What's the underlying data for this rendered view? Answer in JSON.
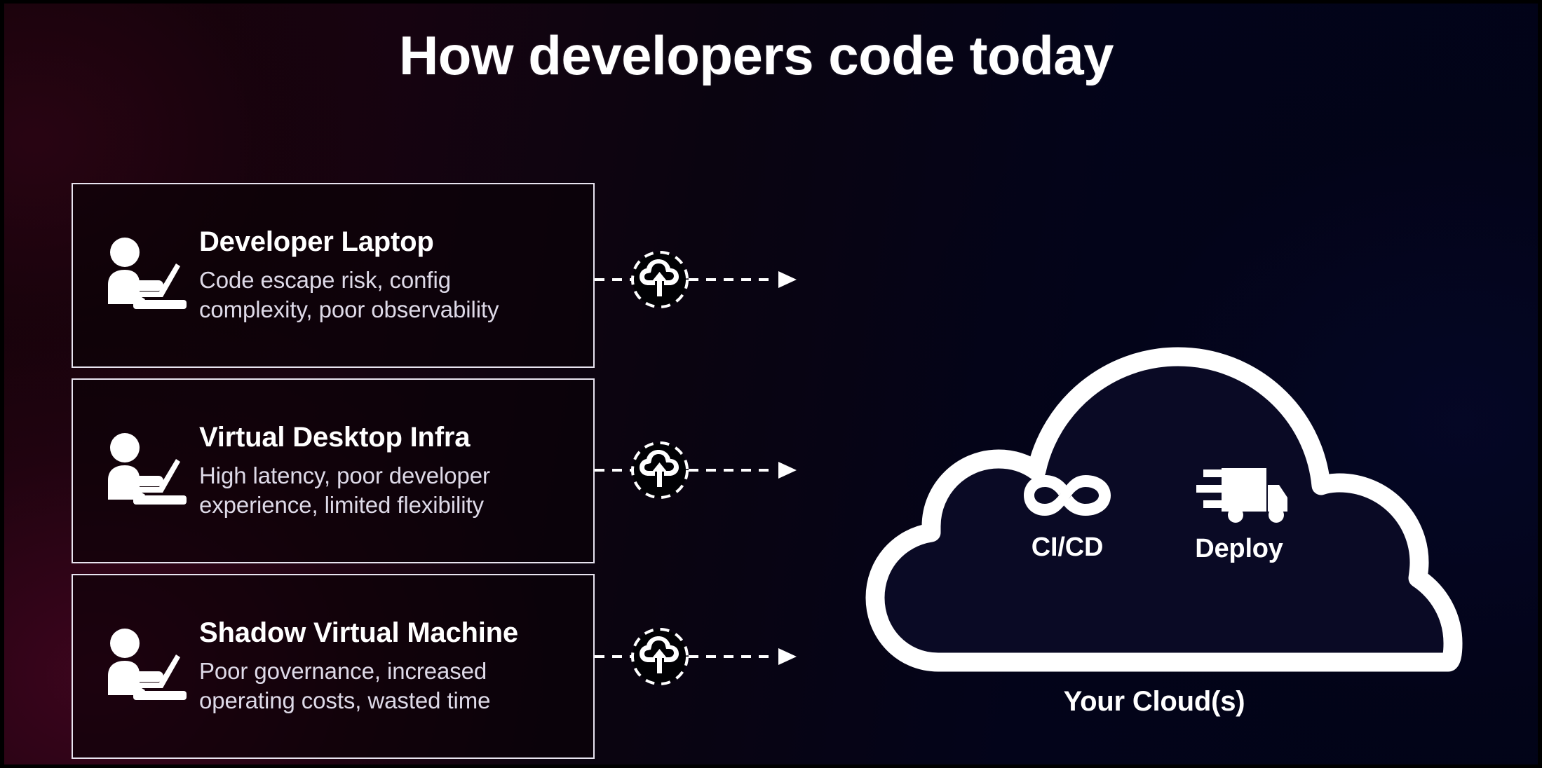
{
  "page": {
    "title": "How developers code today",
    "background_left_color": "#150309",
    "background_right_color": "#020318",
    "accent_color": "#ffffff",
    "card_border_color": "#e8e4f0"
  },
  "cards": [
    {
      "title": "Developer Laptop",
      "description": "Code escape risk, config complexity, poor observability",
      "icon": "person-at-laptop-icon"
    },
    {
      "title": "Virtual Desktop Infra",
      "description": "High latency, poor developer experience, limited flexibility",
      "icon": "person-at-laptop-icon"
    },
    {
      "title": "Shadow Virtual Machine",
      "description": "Poor governance, increased operating costs, wasted time",
      "icon": "person-at-laptop-icon"
    }
  ],
  "connectors": [
    {
      "icon": "cloud-upload-icon",
      "style": "dashed-arrow"
    },
    {
      "icon": "cloud-upload-icon",
      "style": "dashed-arrow"
    },
    {
      "icon": "cloud-upload-icon",
      "style": "dashed-arrow"
    }
  ],
  "cloud": {
    "caption": "Your Cloud(s)",
    "items": [
      {
        "label": "CI/CD",
        "icon": "infinity-loop-icon"
      },
      {
        "label": "Deploy",
        "icon": "delivery-truck-icon"
      }
    ]
  }
}
